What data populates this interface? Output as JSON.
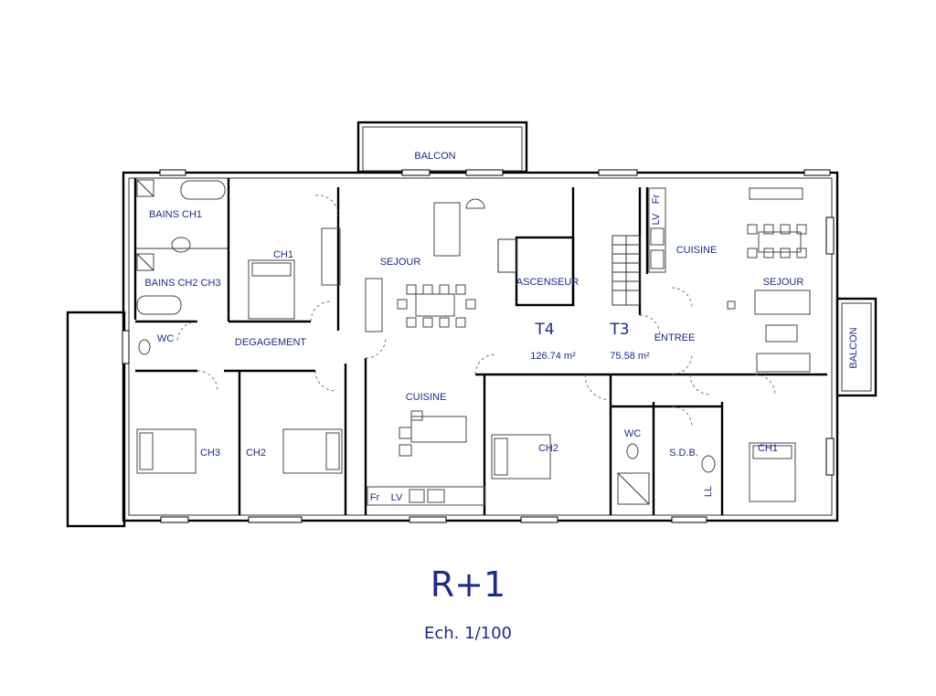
{
  "plan": {
    "title": "R+1",
    "scale": "Ech. 1/100",
    "label_color": "#1e2a8c",
    "units": [
      {
        "name": "T4",
        "area": "126.74 m²"
      },
      {
        "name": "T3",
        "area": "75.58 m²"
      }
    ],
    "rooms": {
      "balcon_top": "BALCON",
      "balcon_right": "BALCON",
      "bains_ch1": "BAINS CH1",
      "bains_ch2_ch3": "BAINS CH2 CH3",
      "wc_left": "WC",
      "degagement": "DEGAGEMENT",
      "ch1_left": "CH1",
      "sejour_left": "SEJOUR",
      "ascenseur": "ASCENSEUR",
      "cuisine_left": "CUISINE",
      "ch3": "CH3",
      "ch2_left": "CH2",
      "ch2_mid": "CH2",
      "wc_mid": "WC",
      "sdb": "S.D.B.",
      "ch1_right": "CH1",
      "cuisine_right": "CUISINE",
      "sejour_right": "SEJOUR",
      "entree": "ENTREE"
    },
    "appliances": {
      "fr_left": "Fr",
      "lv_left": "LV",
      "fr_right": "Fr",
      "lv_right": "LV",
      "ll": "LL"
    }
  }
}
